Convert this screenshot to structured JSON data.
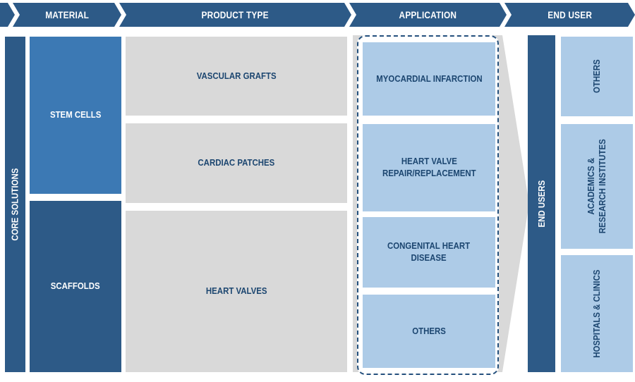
{
  "header": {
    "segments": [
      {
        "label": "MATERIAL"
      },
      {
        "label": "PRODUCT TYPE"
      },
      {
        "label": "APPLICATION"
      },
      {
        "label": "END USER"
      }
    ]
  },
  "core_solutions": {
    "label": "CORE SOLUTIONS"
  },
  "material": {
    "items": [
      {
        "label": "STEM CELLS"
      },
      {
        "label": "SCAFFOLDS"
      }
    ]
  },
  "product_type": {
    "items": [
      {
        "label": "VASCULAR GRAFTS"
      },
      {
        "label": "CARDIAC PATCHES"
      },
      {
        "label": "HEART VALVES"
      }
    ]
  },
  "application": {
    "items": [
      {
        "lines": [
          "MYOCARDIAL INFARCTION"
        ]
      },
      {
        "lines": [
          "HEART VALVE",
          "REPAIR/REPLACEMENT"
        ]
      },
      {
        "lines": [
          "CONGENITAL HEART",
          "DISEASE"
        ]
      },
      {
        "lines": [
          "OTHERS"
        ]
      }
    ]
  },
  "end_users_bar": {
    "label": "END USERS"
  },
  "end_user": {
    "items": [
      {
        "lines": [
          "OTHERS"
        ]
      },
      {
        "lines": [
          "ACADEMICS &",
          "RESEARCH INSTITUTES"
        ]
      },
      {
        "lines": [
          "HOSPITALS & CLINICS"
        ]
      }
    ]
  },
  "colors": {
    "dark_navy": "#2D5A87",
    "medium_blue": "#3C79B4",
    "light_blue": "#ADCBE7",
    "gray": "#D9D9D9",
    "text_navy": "#1C4670",
    "dashed_border": "#24507D",
    "background": "#FFFFFF"
  }
}
